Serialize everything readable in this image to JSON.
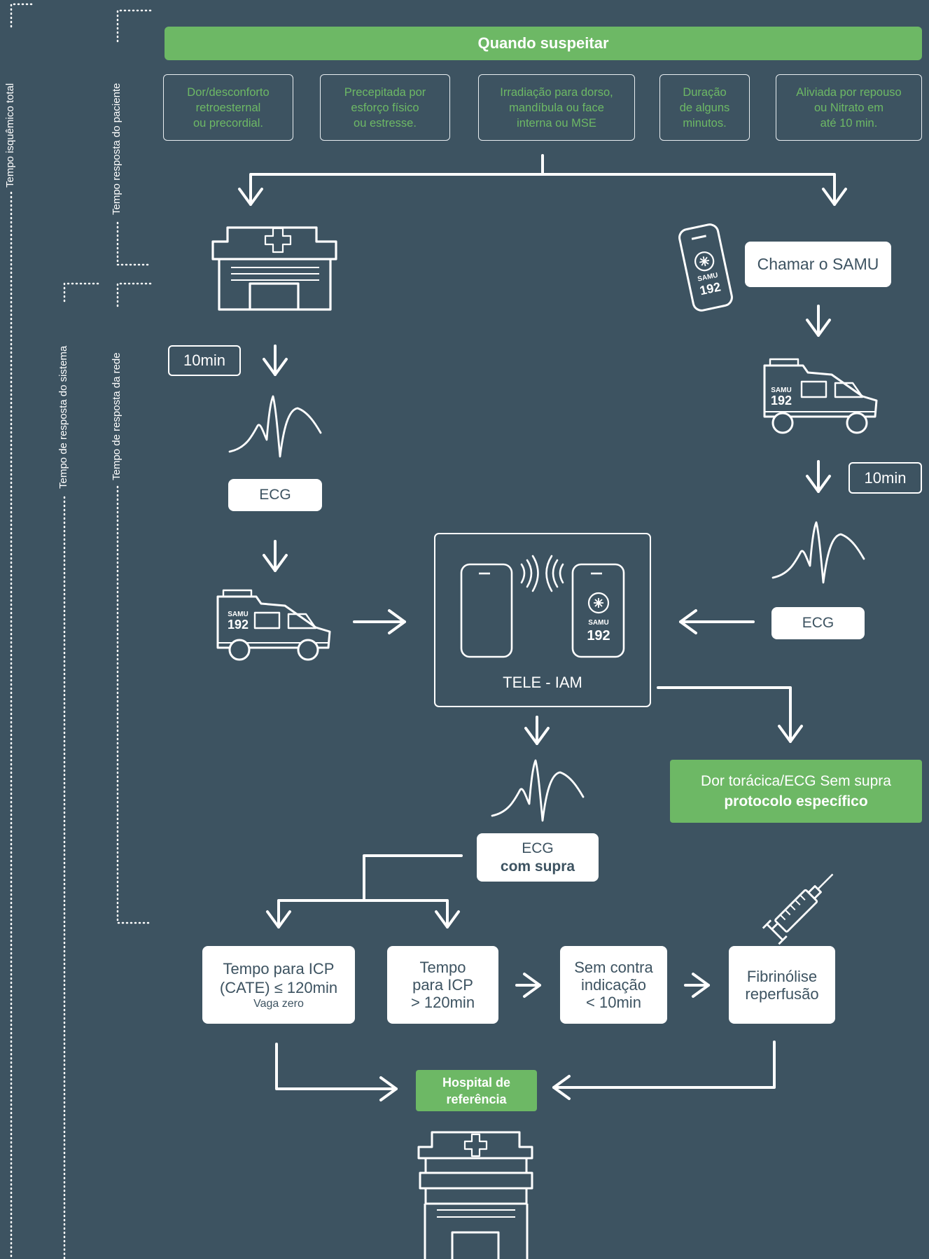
{
  "side_labels": {
    "total": "Tempo isquêmico total",
    "paciente": "Tempo resposta do paciente",
    "sistema": "Tempo de resposta do sistema",
    "rede": "Tempo de resposta da rede"
  },
  "banner": "Quando suspeitar",
  "criteria": [
    {
      "line1": "Dor/desconforto",
      "line2": "retroesternal",
      "line3": "ou precordial."
    },
    {
      "line1": "Precepitada por",
      "line2": "esforço físico",
      "line3": "ou estresse."
    },
    {
      "line1": "Irradiação para dorso,",
      "line2": "mandíbula ou face",
      "line3": "interna ou MSE"
    },
    {
      "line1": "Duração",
      "line2": "de alguns",
      "line3": "minutos."
    },
    {
      "line1": "Aliviada por repouso",
      "line2": "ou Nitrato em",
      "line3": "até 10 min."
    }
  ],
  "samu_call": "Chamar o SAMU",
  "samu_text": "SAMU",
  "samu_number": "192",
  "left_time": "10min",
  "right_time": "10min",
  "left_ecg": "ECG",
  "right_ecg": "ECG",
  "tele": "TELE - IAM",
  "sem_supra": {
    "line1": "Dor torácica/ECG Sem supra",
    "line2": "protocolo específico"
  },
  "com_supra": {
    "line1": "ECG",
    "line2": "com supra"
  },
  "icp_short": {
    "line1": "Tempo para ICP",
    "line2": "(CATE) ≤ 120min",
    "line3": "Vaga zero"
  },
  "icp_long": {
    "line1": "Tempo",
    "line2": "para ICP",
    "line3": "> 120min"
  },
  "contra": {
    "line1": "Sem contra",
    "line2": "indicação",
    "line3": "< 10min"
  },
  "fibrin": {
    "line1": "Fibrinólise",
    "line2": "reperfusão"
  },
  "hospital_ref": {
    "line1": "Hospital de",
    "line2": "referência"
  },
  "colors": {
    "background": "#3d5361",
    "green": "#6db865",
    "white": "#ffffff"
  },
  "icons": [
    "hospital-icon",
    "phone-samu-icon",
    "ambulance-icon",
    "ecg-wave-icon",
    "syringe-icon",
    "arrow-icon"
  ]
}
